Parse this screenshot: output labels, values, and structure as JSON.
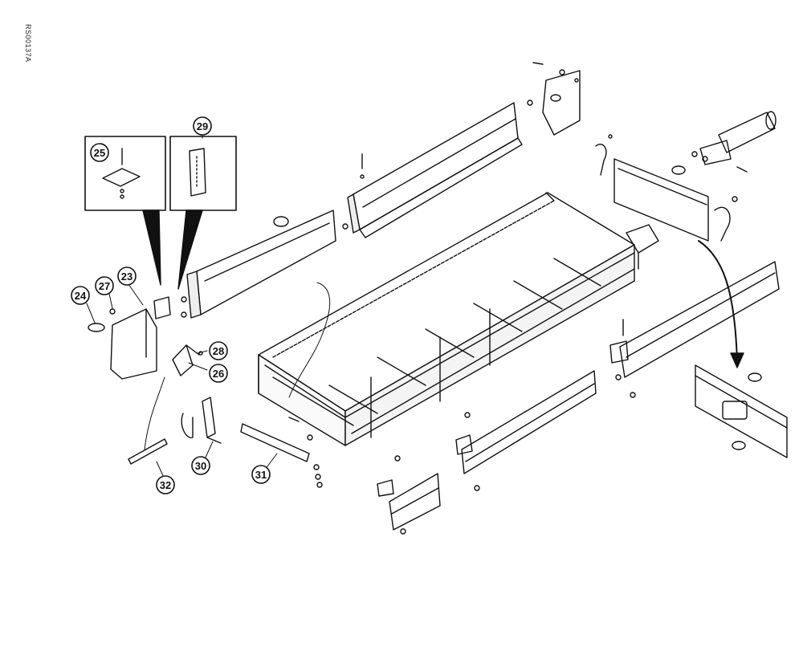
{
  "figure_id": "RS00137A",
  "callouts": [
    {
      "id": "c23",
      "label": "23"
    },
    {
      "id": "c24",
      "label": "24"
    },
    {
      "id": "c25",
      "label": "25"
    },
    {
      "id": "c26",
      "label": "26"
    },
    {
      "id": "c27",
      "label": "27"
    },
    {
      "id": "c28",
      "label": "28"
    },
    {
      "id": "c29",
      "label": "29"
    },
    {
      "id": "c30",
      "label": "30"
    },
    {
      "id": "c31",
      "label": "31"
    },
    {
      "id": "c32",
      "label": "32"
    }
  ]
}
